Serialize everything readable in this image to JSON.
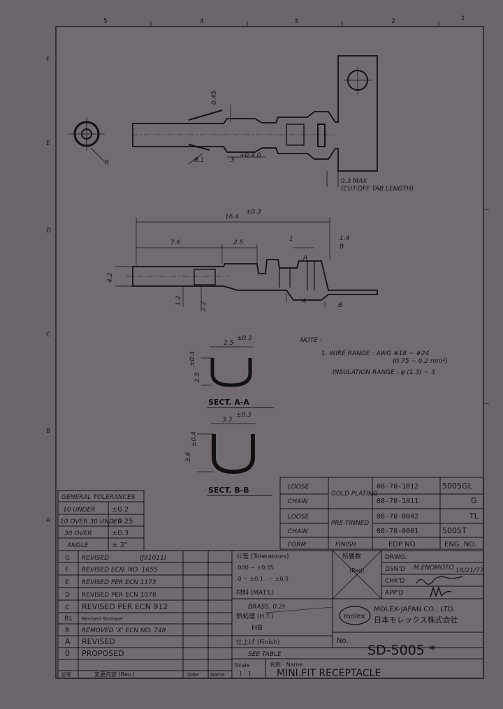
{
  "border": {
    "columns": [
      "5",
      "4",
      "3",
      "2",
      "1"
    ],
    "rows": [
      "F",
      "E",
      "D",
      "C",
      "B",
      "A"
    ]
  },
  "top_view": {
    "dims": {
      "d045": "0.45",
      "d81": "8.1",
      "d3": "3",
      "d3tol": "+0.4\n0",
      "cutoff": "0.3 MAX",
      "cutoff_note": "(CUT-OFF TAB LENGTH)",
      "r": "R"
    }
  },
  "side_view": {
    "dims": {
      "d164": "16.4",
      "d164tol": "±0.3",
      "d76": "7.6",
      "d25": "2.5",
      "d1": "1",
      "d14": "1.4",
      "d42": "4.2",
      "d12": "1.2",
      "d22": "2.2",
      "a": "A",
      "b": "B"
    }
  },
  "note": {
    "title": "NOTE :",
    "line1": "1.  WIRE RANGE :  AWG #18 ~ #24",
    "line2": "(0.75 ~ 0.2 mm²)",
    "line3": "INSULATION  RANGE : φ (1.3) ~ 3"
  },
  "sect_a": {
    "label": "SECT. A-A",
    "w": "2.5",
    "wtol": "±0.3",
    "h": "2.5",
    "htol": "±0.4"
  },
  "sect_b": {
    "label": "SECT. B-B",
    "w": "3.3",
    "wtol": "±0.3",
    "h": "3.6",
    "htol": "±0.4"
  },
  "variants": {
    "rows": [
      [
        "LOOSE",
        "GOLD PLATING",
        "08-70-1012",
        "5005GL"
      ],
      [
        "CHAIN",
        "",
        "08-70-1011",
        "G"
      ],
      [
        "LOOSE",
        "PRE-TINNED",
        "08-70-0042",
        "TL"
      ],
      [
        "CHAIN",
        "",
        "08-70-0001",
        "5005T"
      ]
    ],
    "header": [
      "FORM",
      "FINISH",
      "EDP NO.",
      "ENG. NO."
    ]
  },
  "tolerances": {
    "title": "GENERAL TOLERANCES",
    "rows": [
      [
        "10 UNDER",
        "±0.2"
      ],
      [
        "10 OVER 30 UNDER",
        "±0.25"
      ],
      [
        "30 OVER",
        "±0.3"
      ],
      [
        "ANGLE",
        "± 3°"
      ]
    ]
  },
  "revisions": {
    "rows": [
      [
        "G",
        "REVISED",
        "(J91011)"
      ],
      [
        "F",
        "REVISED ECN. NO. 1655",
        ""
      ],
      [
        "E",
        "REVISED PER ECN 1173",
        ""
      ],
      [
        "D",
        "REVISED PER ECN 1078",
        ""
      ],
      [
        "C",
        "REVISED PER ECN 912",
        ""
      ],
      [
        "B1",
        "Revised Stamper",
        ""
      ],
      [
        "B",
        "REMOVED 'X' ECN NO. 748",
        ""
      ],
      [
        "A",
        "REVISED",
        ""
      ],
      [
        "0",
        "PROPOSED",
        ""
      ]
    ],
    "footer": [
      "記号",
      "変更内容 (Rev.)",
      "Date",
      "Name"
    ]
  },
  "spec": {
    "tol_label": "公差 (Tolerances)",
    "tol_line1": ".000 ~ ±0.05",
    "tol_line2": ".0  ~ ±0.1   . ~ ±0.5",
    "qty_label": "所要数",
    "qty_sub": "(Req)",
    "mat_label": "材料 (MAT'L)",
    "mat_value": "BRASS, 0.2t",
    "ht_label": "熱処理 (H.T.)",
    "ht_value": "HB",
    "finish_label": "仕上げ (Finish)",
    "finish_value": "SEE TABLE",
    "scale_label": "Scale",
    "scale_value": "1 : 1",
    "name_label": "名称 · Name",
    "name_value": "MINI.FIT   RECEPTACLE"
  },
  "approvals": {
    "drwg": "DRWG.",
    "dsnd": "DSN'D",
    "chkd": "CHK'D",
    "appd": "APP'D",
    "dsnd_name": "M.ENOMOTO",
    "date": "10/21/77"
  },
  "company": {
    "logo": "molex",
    "name_en": "MOLEX-JAPAN  CO., LTD.",
    "name_jp": "日本モレックス株式会社"
  },
  "drawing_no": {
    "label": "No.",
    "value": "SD-5005 *"
  }
}
